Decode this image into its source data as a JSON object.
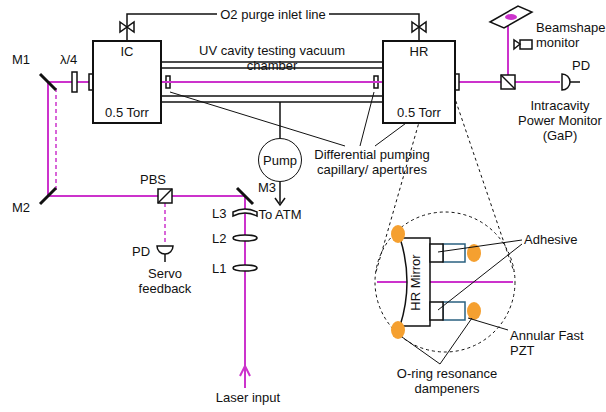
{
  "diagram": {
    "nodes": [
      {
        "text": [
          "IC",
          "0.5 Torr"
        ]
      },
      {
        "text": [
          "HR",
          "0.5 Torr"
        ]
      },
      {
        "text": [
          "Pump"
        ]
      }
    ],
    "edges": [
      {
        "from": 0,
        "to": 1,
        "arrow": "none",
        "label": "O2 purge inlet line"
      }
    ],
    "labels": [
      "UV cavity testing vacuum chamber",
      "M1",
      "λ/4",
      "M2",
      "PBS",
      "M3",
      "L3",
      "L2",
      "L1",
      "PD",
      "Servo feedback",
      "Laser input",
      "To ATM",
      "Differential pumping capillary/ apertures",
      "Beamshape monitor",
      "PD",
      "Intracavity Power Monitor (GaP)",
      "Adhesive",
      "HR Mirror",
      "Annular Fast PZT",
      "O-ring resonance dampeners"
    ]
  }
}
